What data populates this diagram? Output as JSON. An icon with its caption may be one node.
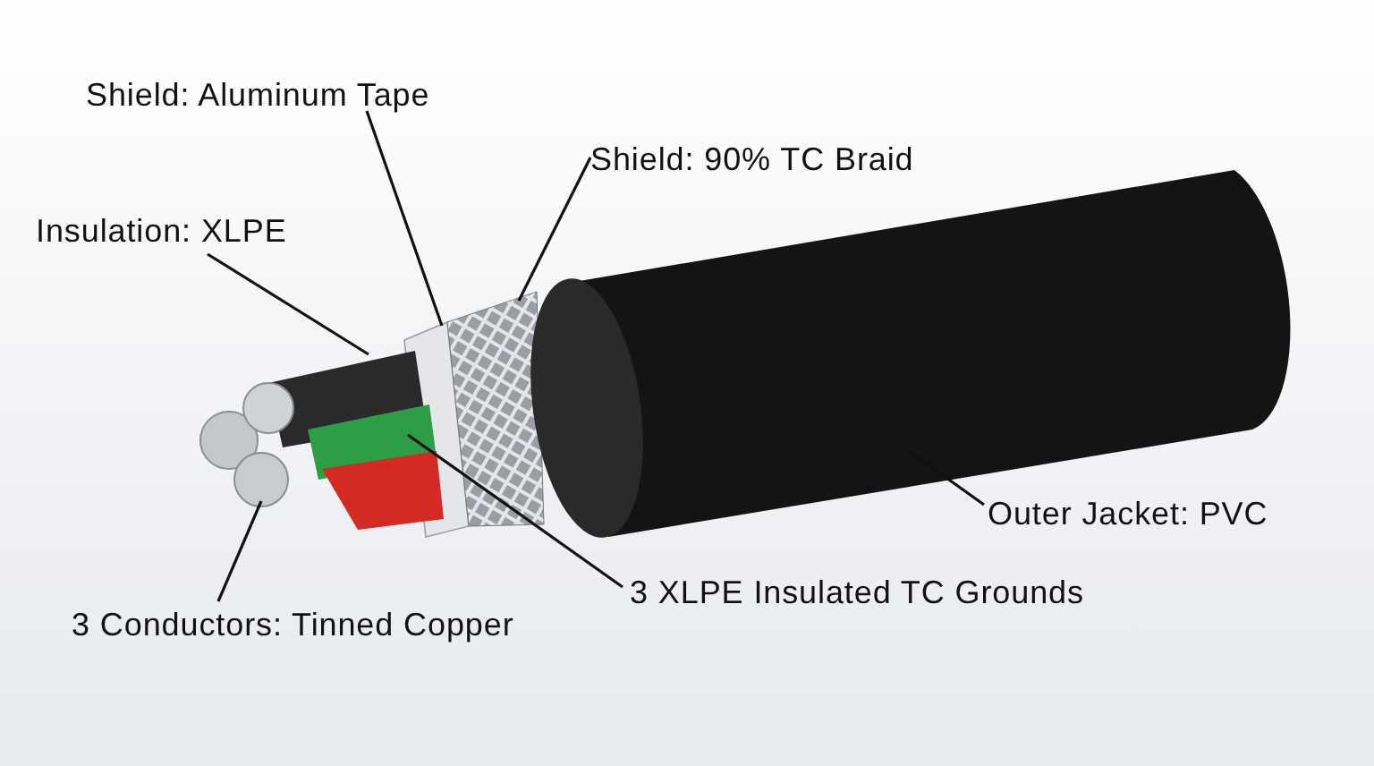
{
  "diagram": {
    "nodes": [
      {
        "text": [
          "Shield: Aluminum Tape"
        ]
      },
      {
        "text": [
          "Shield: 90% TC Braid"
        ]
      },
      {
        "text": [
          "Insulation: XLPE"
        ]
      },
      {
        "text": [
          "3 XLPE Insulated TC Grounds"
        ]
      },
      {
        "text": [
          "3 Conductors: Tinned Copper"
        ]
      },
      {
        "text": [
          "Outer Jacket: PVC"
        ]
      },
      {
        "text": [],
        "shape": "picture"
      },
      {
        "text": [],
        "shape": "picture"
      },
      {
        "text": [],
        "shape": "picture"
      },
      {
        "text": [],
        "shape": "picture"
      },
      {
        "text": [],
        "shape": "picture"
      },
      {
        "text": [],
        "shape": "picture"
      }
    ],
    "edges": [
      {
        "from": 0,
        "to": 6,
        "arrow": "none"
      },
      {
        "from": 1,
        "to": 7,
        "arrow": "none"
      },
      {
        "from": 2,
        "to": 8,
        "arrow": "none"
      },
      {
        "from": 3,
        "to": 9,
        "arrow": "none"
      },
      {
        "from": 4,
        "to": 10,
        "arrow": "none"
      },
      {
        "from": 5,
        "to": 11,
        "arrow": "none"
      }
    ]
  }
}
